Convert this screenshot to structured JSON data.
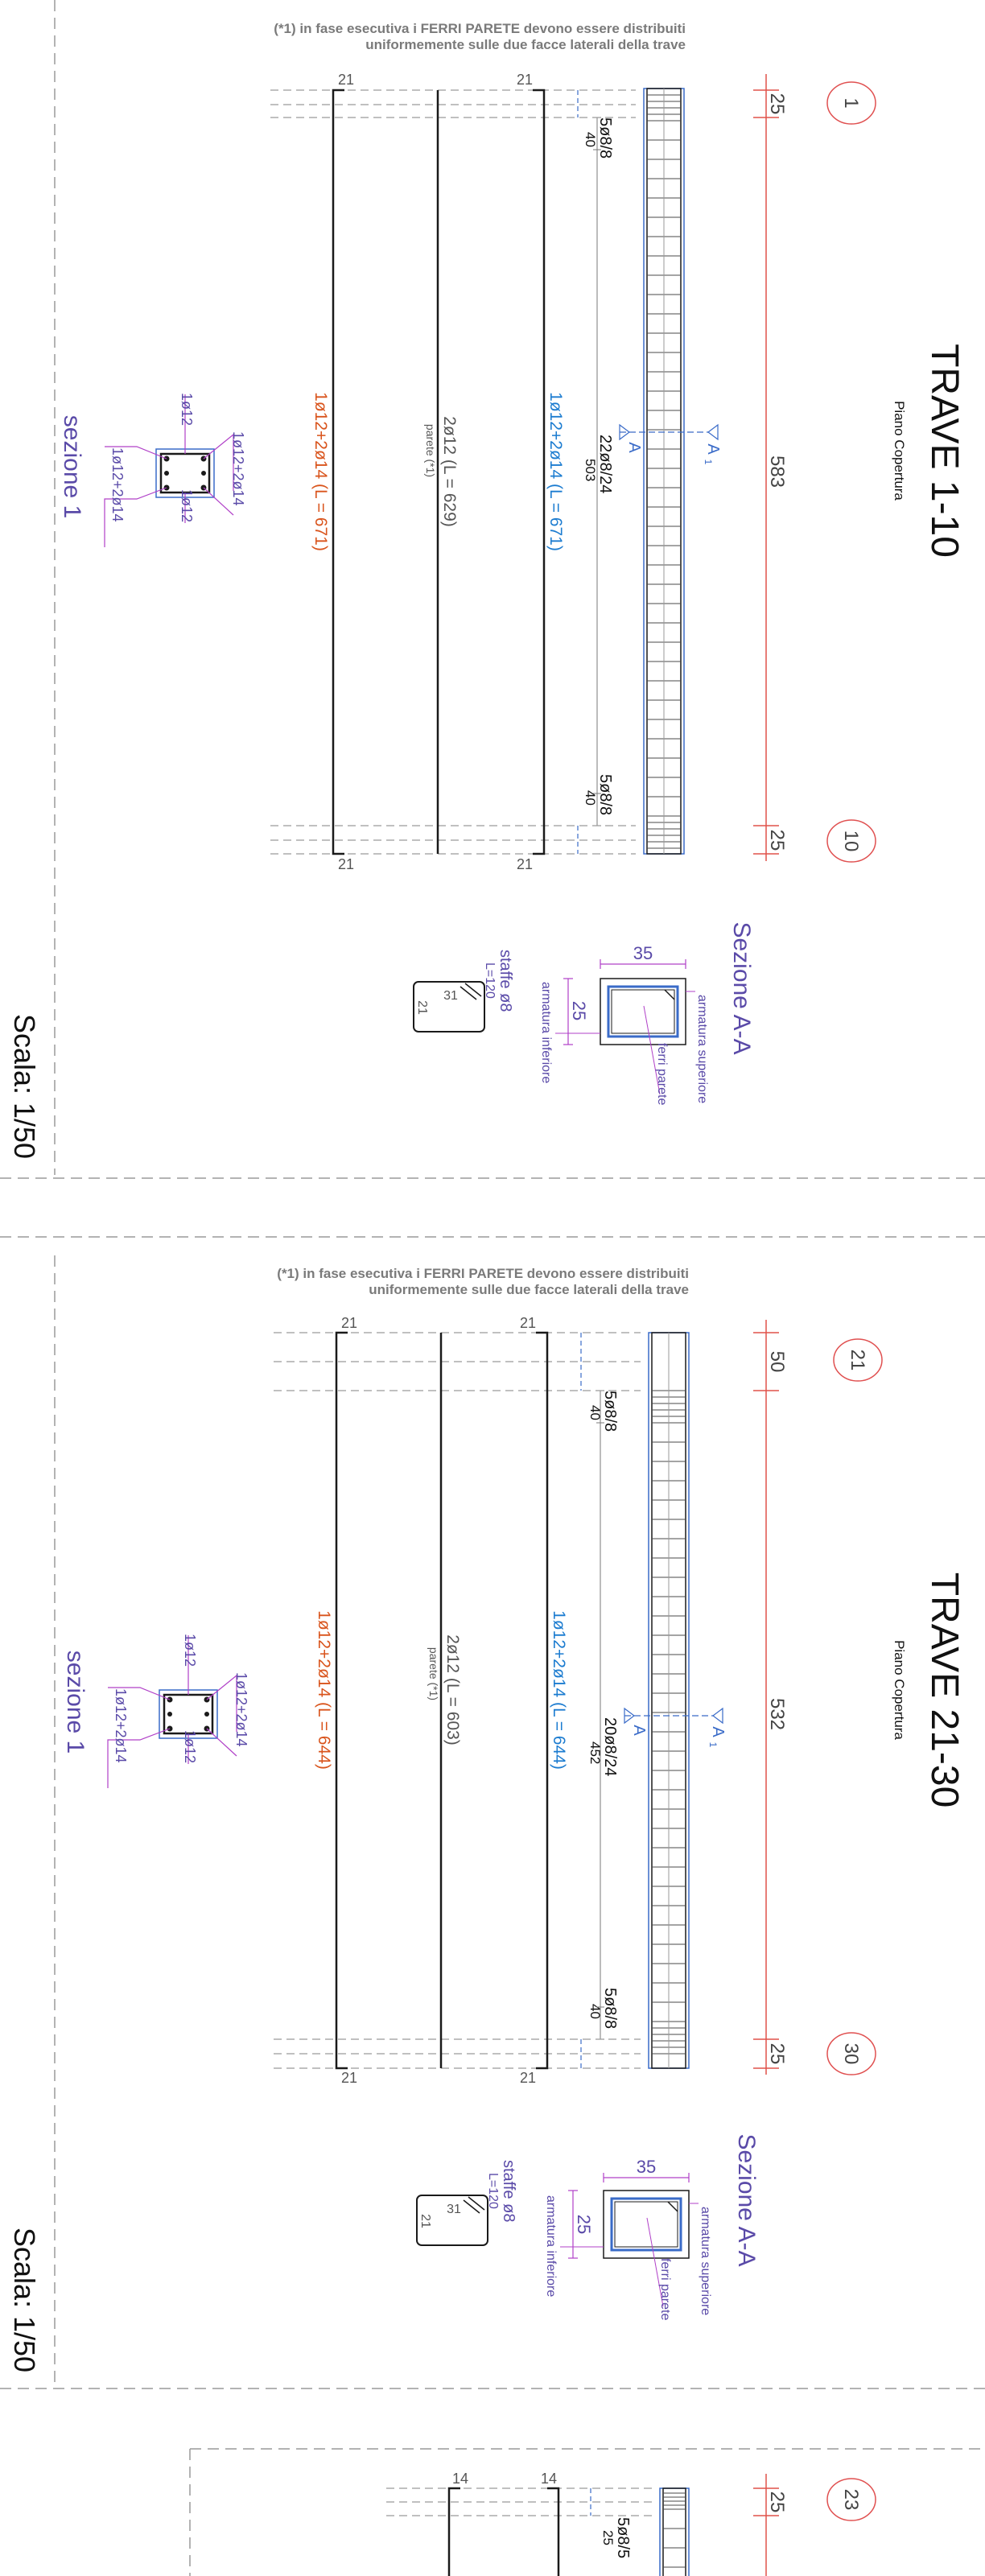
{
  "drawings": [
    {
      "note_line1": "(*1) in fase esecutiva i FERRI PARETE devono essere distribuiti",
      "note_line2": "uniformemente sulle due facce laterali della trave",
      "title": "TRAVE 1-10",
      "subtitle": "Piano Copertura",
      "scale": "Scala: 1/50",
      "node_start": "1",
      "node_end": "10",
      "dim_start": "25",
      "dim_span": "583",
      "dim_end": "25",
      "stirrup_group_start": "5ø8/8",
      "stirrup_group_start_len": "40",
      "stirrup_group_mid": "22ø8/24",
      "stirrup_group_mid_len": "503",
      "stirrup_group_end": "5ø8/8",
      "stirrup_group_end_len": "40",
      "section_mark": "A",
      "section_mark_sub": "1",
      "bar_top": "1ø12+2ø14 (L = 671)",
      "bar_skin": "2ø12 (L = 629)",
      "bar_skin_note": "parete (*1)",
      "bar_bottom": "1ø12+2ø14 (L = 671)",
      "hook": "21",
      "sec1_title": "sezione 1",
      "sec1_top": "1ø12+2ø14",
      "sec1_side_a": "1ø12",
      "sec1_side_b": "1ø12",
      "sec1_bottom": "1ø12+2ø14",
      "secAA_title": "Sezione A-A",
      "secAA_width": "35",
      "secAA_height": "25",
      "secAA_top_label": "armatura superiore",
      "secAA_skin_label": "ferri parete",
      "secAA_bottom_label": "armatura inferiore",
      "stirrup_title": "staffe ø8",
      "stirrup_length": "L=120",
      "stirrup_dim_a": "31",
      "stirrup_dim_b": "21"
    },
    {
      "note_line1": "(*1) in fase esecutiva i FERRI PARETE devono essere distribuiti",
      "note_line2": "uniformemente sulle due facce laterali della trave",
      "title": "TRAVE 21-30",
      "subtitle": "Piano Copertura",
      "scale": "Scala: 1/50",
      "node_start": "21",
      "node_end": "30",
      "dim_start": "50",
      "dim_span": "532",
      "dim_end": "25",
      "stirrup_group_start": "5ø8/8",
      "stirrup_group_start_len": "40",
      "stirrup_group_mid": "20ø8/24",
      "stirrup_group_mid_len": "452",
      "stirrup_group_end": "5ø8/8",
      "stirrup_group_end_len": "40",
      "section_mark": "A",
      "section_mark_sub": "1",
      "bar_top": "1ø12+2ø14 (L = 644)",
      "bar_skin": "2ø12 (L = 603)",
      "bar_skin_note": "parete (*1)",
      "bar_bottom": "1ø12+2ø14 (L = 644)",
      "hook": "21",
      "sec1_title": "sezione 1",
      "sec1_top": "1ø12+2ø14",
      "sec1_side_a": "1ø12",
      "sec1_side_b": "1ø12",
      "sec1_bottom": "1ø12+2ø14",
      "secAA_title": "Sezione A-A",
      "secAA_width": "35",
      "secAA_height": "25",
      "secAA_top_label": "armatura superiore",
      "secAA_skin_label": "ferri parete",
      "secAA_bottom_label": "armatura inferiore",
      "stirrup_title": "staffe ø8",
      "stirrup_length": "L=120",
      "stirrup_dim_a": "31",
      "stirrup_dim_b": "21"
    }
  ],
  "partial": {
    "node_start": "23",
    "dim_start": "25",
    "stirrup_group_start": "5ø8/5",
    "stirrup_group_start_len": "25",
    "hook": "14"
  },
  "colors": {
    "ink": "#1a1a1a",
    "guide": "#9a9a9a",
    "dim_red": "#e0524a",
    "node_red": "#e05050",
    "beam_blue": "#3a6bc8",
    "bar_orange": "#d9541c",
    "bar_blue": "#1c7cd0",
    "label_purple": "#5a4aa8",
    "magenta": "#b040c8",
    "title": "#111111"
  }
}
